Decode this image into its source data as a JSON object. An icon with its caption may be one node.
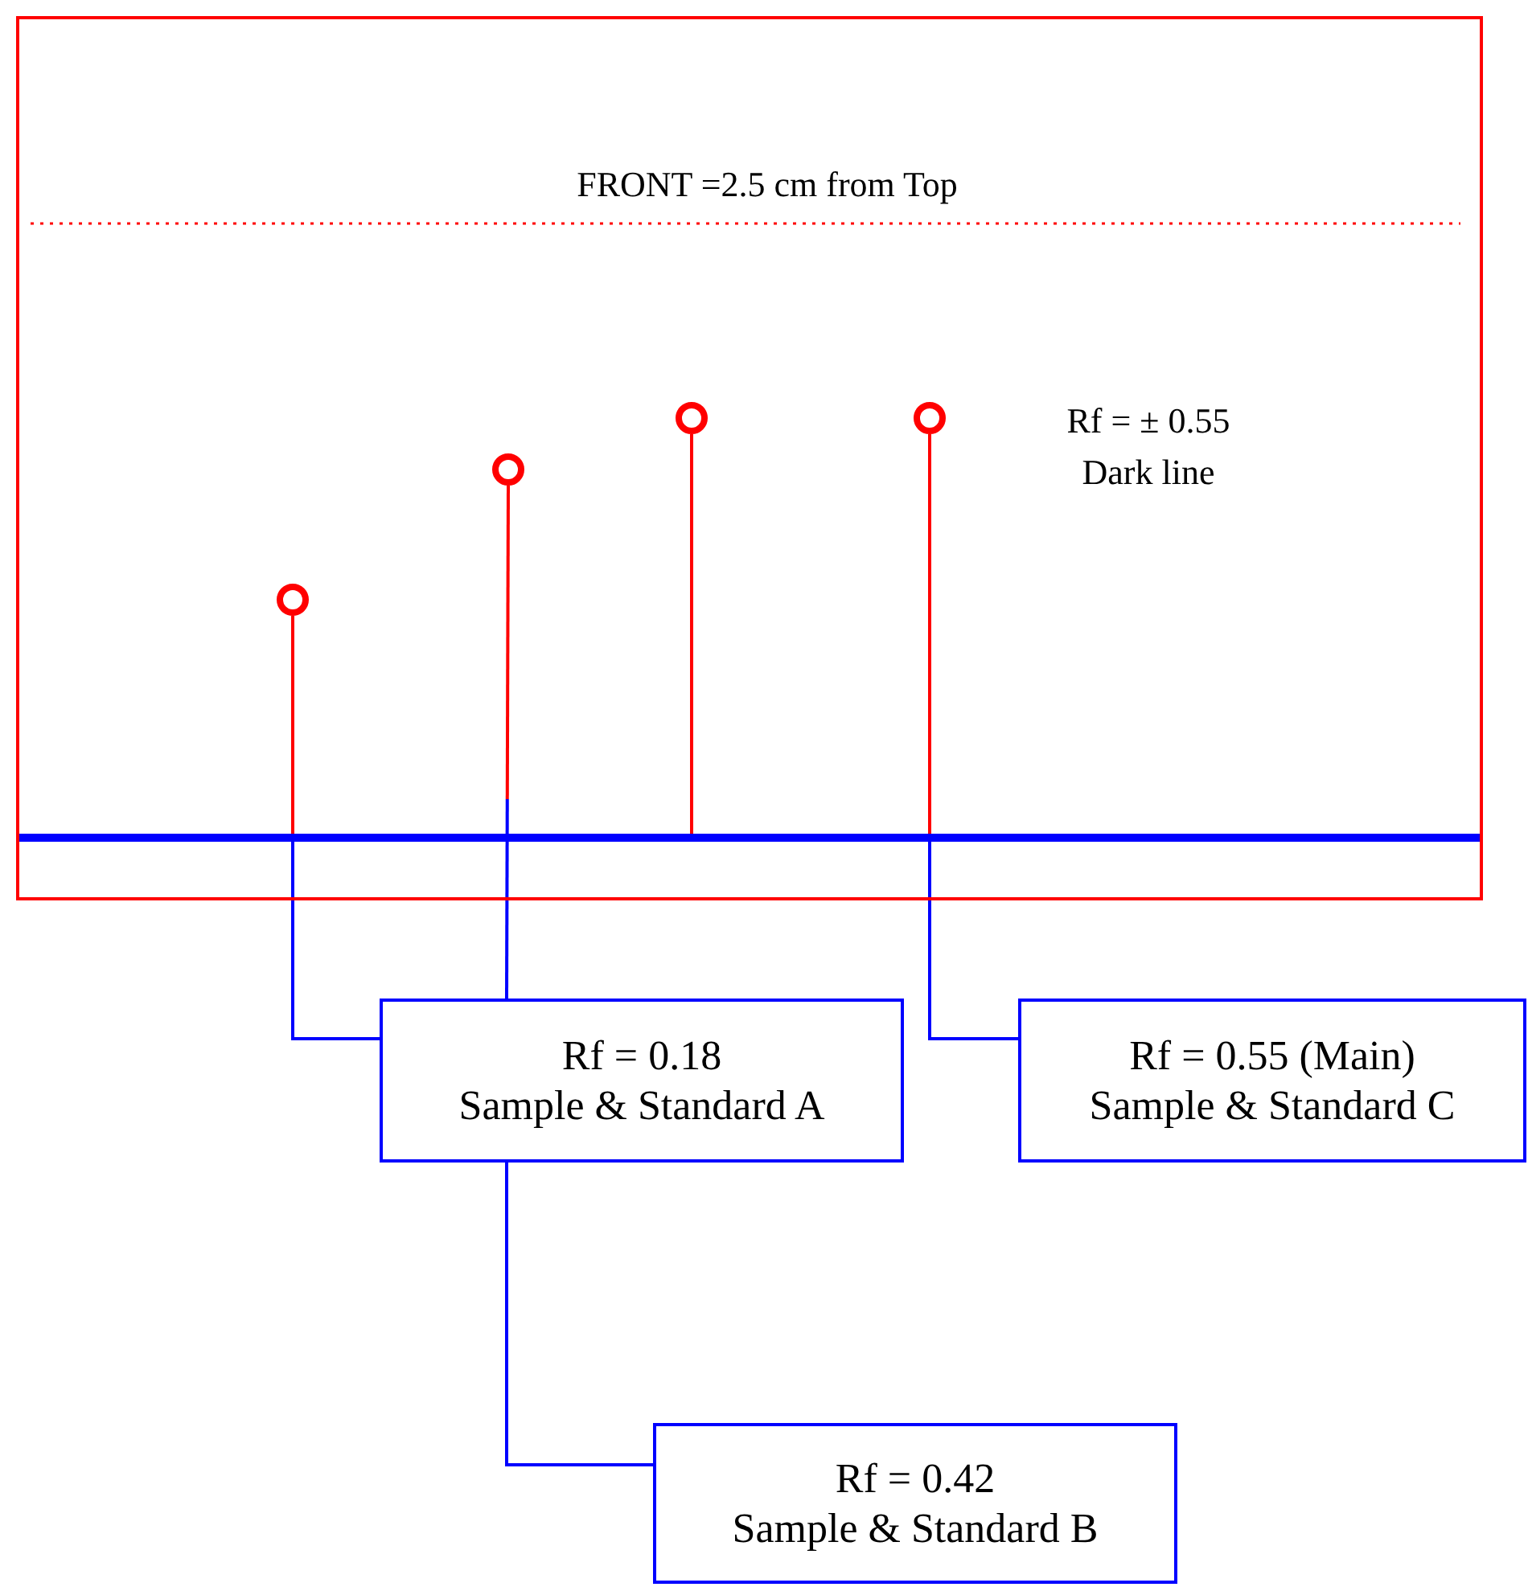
{
  "diagram": {
    "nodes": [
      {
        "text": [],
        "shape": "box"
      },
      {
        "text": [],
        "shape": "circle",
        "in": 0
      },
      {
        "text": [],
        "shape": "circle",
        "in": 0
      },
      {
        "text": [],
        "shape": "circle",
        "in": 0
      },
      {
        "text": [],
        "shape": "circle",
        "in": 0
      },
      {
        "text": [
          "Rf = 0.18",
          "Sample & Standard A"
        ]
      },
      {
        "text": [
          "Rf = 0.55 (Main)",
          "Sample & Standard C"
        ]
      },
      {
        "text": [
          "Rf = 0.42",
          "Sample & Standard B"
        ]
      }
    ],
    "edges": [
      {
        "from": 5,
        "to": 1,
        "arrow": "none"
      },
      {
        "from": 5,
        "to": 2,
        "arrow": "none"
      },
      {
        "from": 7,
        "to": 5,
        "arrow": "none"
      },
      {
        "from": 6,
        "to": 4,
        "arrow": "none"
      }
    ],
    "labels": [
      "FRONT =2.5 cm from Top",
      "Rf = ± 0.55",
      "Dark line"
    ]
  }
}
